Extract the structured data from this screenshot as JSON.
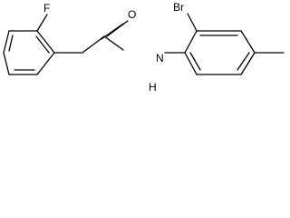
{
  "molecule": {
    "atoms": {
      "fluorine": "F",
      "oxygen": "O",
      "bromine": "Br",
      "nitrogen": "N",
      "hydrogen": "H"
    }
  }
}
